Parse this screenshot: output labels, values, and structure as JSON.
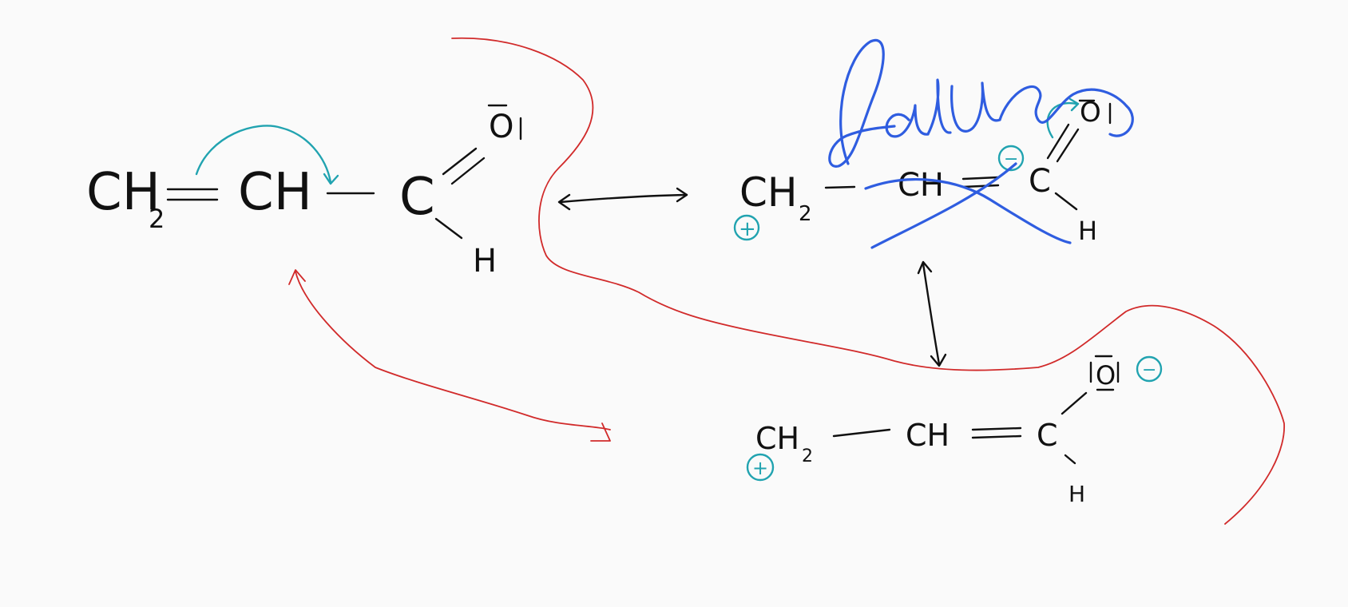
{
  "colors": {
    "ink": "#111111",
    "teal": "#21a3b0",
    "red": "#d12a2a",
    "blue": "#2f5de0",
    "background": "#fafafa"
  },
  "structure1": {
    "ch2": "CH",
    "ch2_sub": "2",
    "ch": "CH",
    "c": "C",
    "o": "O",
    "o_lone_pair_bar": "¯",
    "o_lone_pair_right": "|",
    "h": "H"
  },
  "structure2": {
    "ch2": "CH",
    "ch2_sub": "2",
    "ch": "CH",
    "c": "C",
    "o": "O",
    "o_lone_pair_right": "|",
    "h": "H",
    "plus": "+",
    "minus": "−"
  },
  "structure3": {
    "ch2": "CH",
    "ch2_sub": "2",
    "ch": "CH",
    "c": "C",
    "o": "O",
    "h": "H",
    "plus": "+",
    "minus": "−"
  },
  "annotation": {
    "scribble_word": "falso"
  }
}
